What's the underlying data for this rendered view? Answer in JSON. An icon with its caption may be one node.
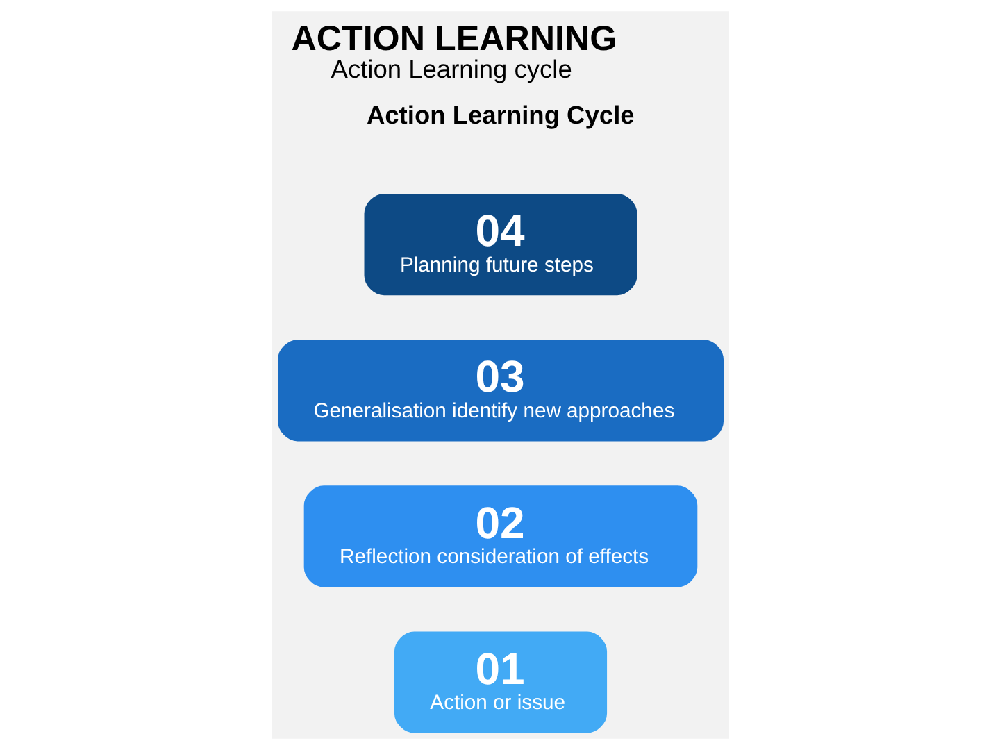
{
  "diagram": {
    "title": "ACTION LEARNING",
    "caption": "Action Learning cycle",
    "nodes": [
      {
        "text": [
          "01",
          "Action or issue"
        ]
      },
      {
        "text": [
          "02",
          "Reflection consideration of effects"
        ]
      },
      {
        "text": [
          "03",
          "Generalisation identify new approaches"
        ]
      },
      {
        "text": [
          "04",
          "Planning future steps"
        ]
      }
    ],
    "labels": [
      "Action Learning Cycle"
    ]
  }
}
